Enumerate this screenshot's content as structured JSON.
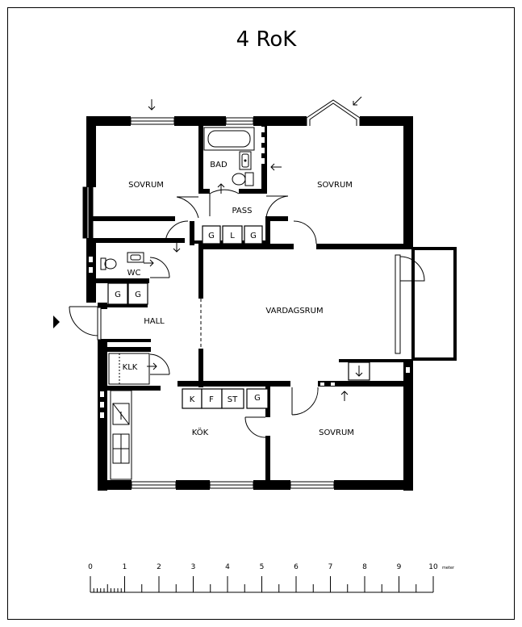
{
  "title": "4 RoK",
  "rooms": {
    "sovrum_nw": "SOVRUM",
    "sovrum_ne": "SOVRUM",
    "sovrum_se": "SOVRUM",
    "bad": "BAD",
    "pass": "PASS",
    "wc": "WC",
    "hall": "HALL",
    "vardagsrum": "VARDAGSRUM",
    "klk": "KLK",
    "kok": "KÖK"
  },
  "fixtures": {
    "pass_g1": "G",
    "pass_l": "L",
    "pass_g2": "G",
    "hall_g1": "G",
    "hall_g2": "G",
    "kok_k": "K",
    "kok_f": "F",
    "kok_st": "ST",
    "kok_g": "G"
  },
  "scale": {
    "labels": [
      "0",
      "1",
      "2",
      "3",
      "4",
      "5",
      "6",
      "7",
      "8",
      "9",
      "10"
    ],
    "unit": "meter"
  }
}
